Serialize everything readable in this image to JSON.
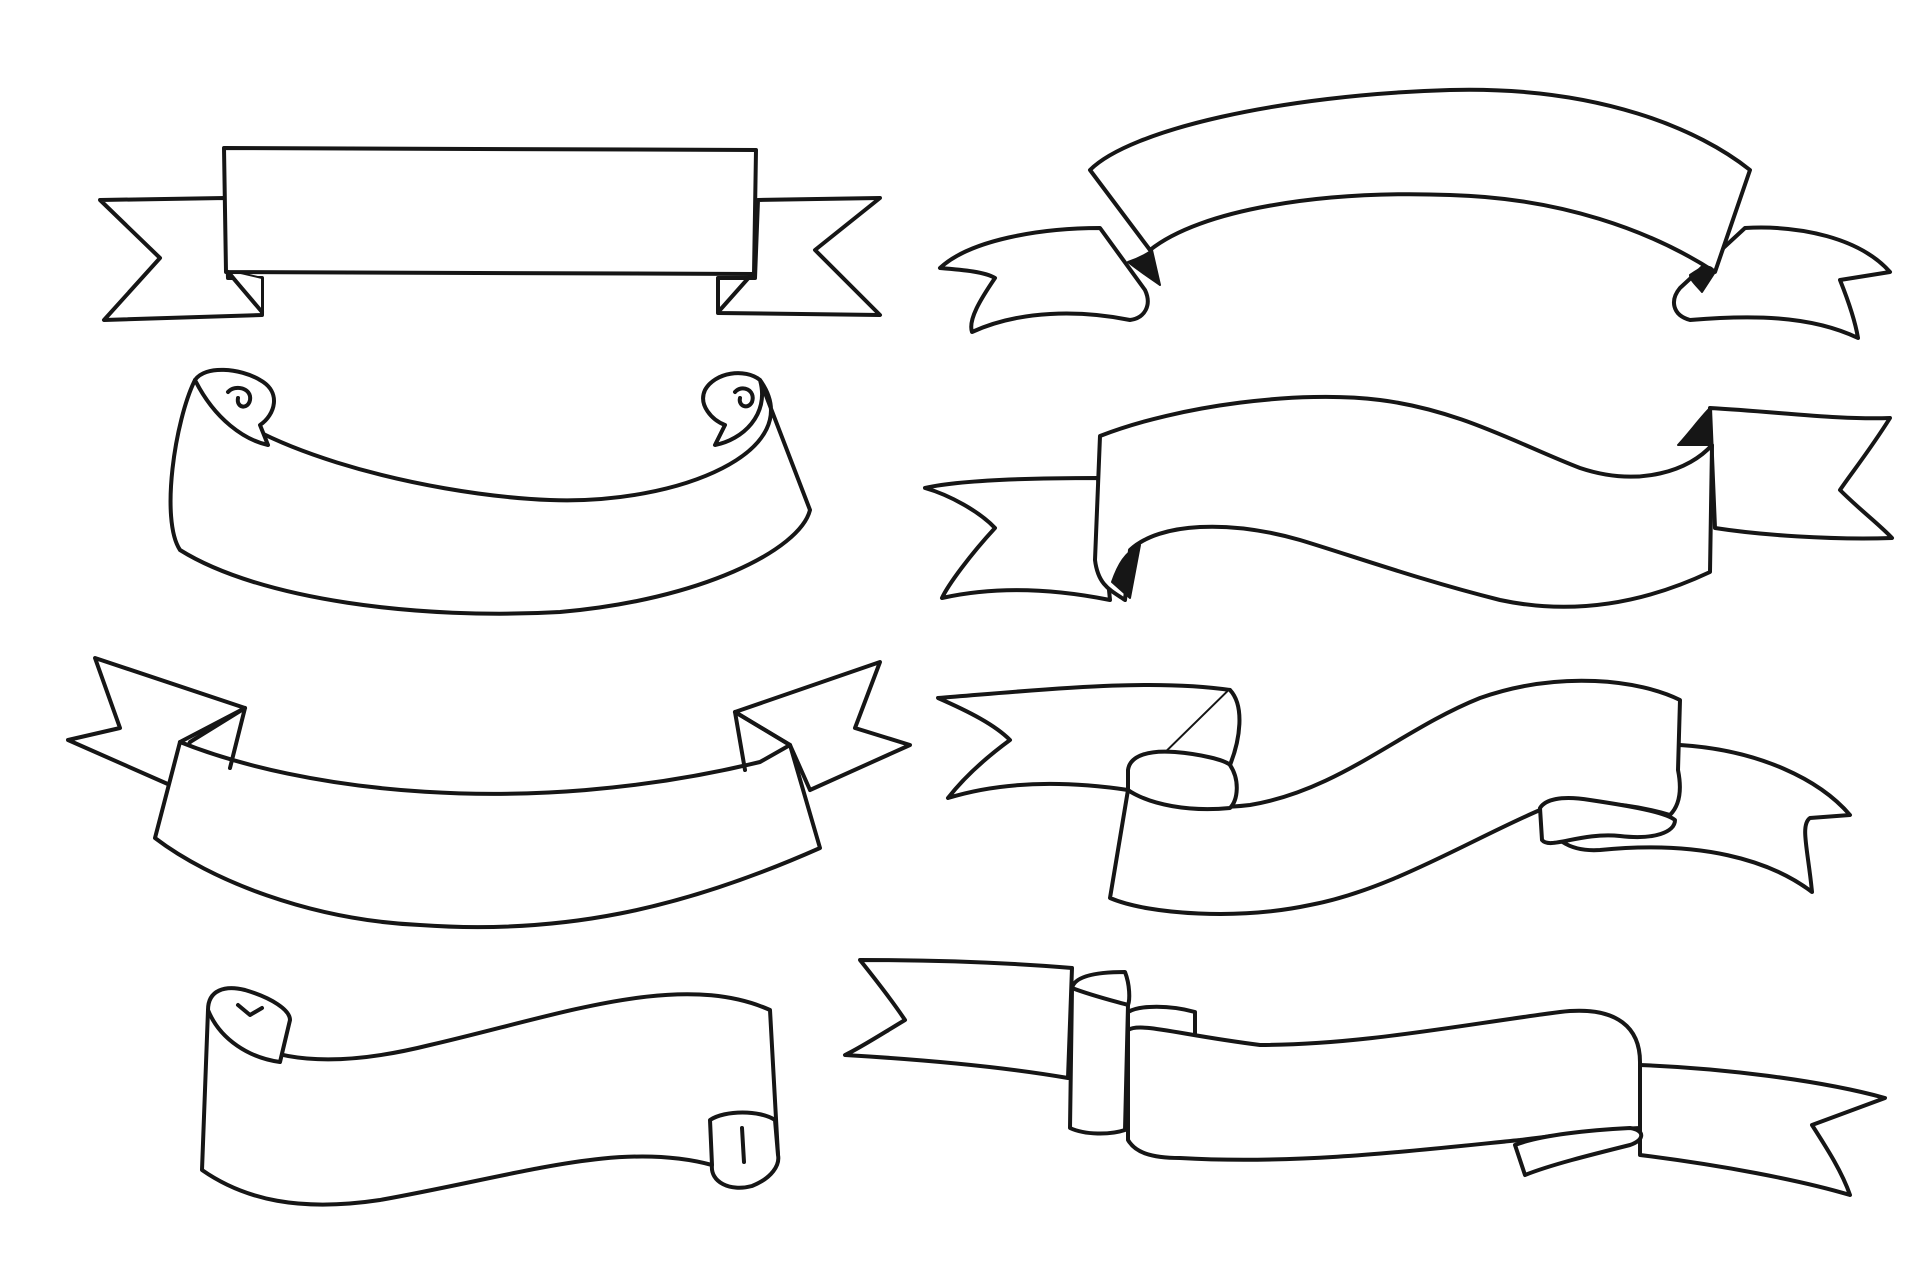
{
  "artboard": {
    "background": "#ffffff",
    "stroke_color": "#161616",
    "item_count": 8,
    "items": [
      {
        "name": "straight-banner-with-notched-tails"
      },
      {
        "name": "curved-scroll-banner-both-ends-rolled"
      },
      {
        "name": "arched-banner-with-folded-tails"
      },
      {
        "name": "wavy-scroll-banner-right-end-rolled"
      },
      {
        "name": "arched-ribbon-banner-top-right"
      },
      {
        "name": "wavy-ribbon-banner-middle-right"
      },
      {
        "name": "s-curve-ribbon-banner"
      },
      {
        "name": "folded-double-ribbon-banner"
      }
    ]
  }
}
